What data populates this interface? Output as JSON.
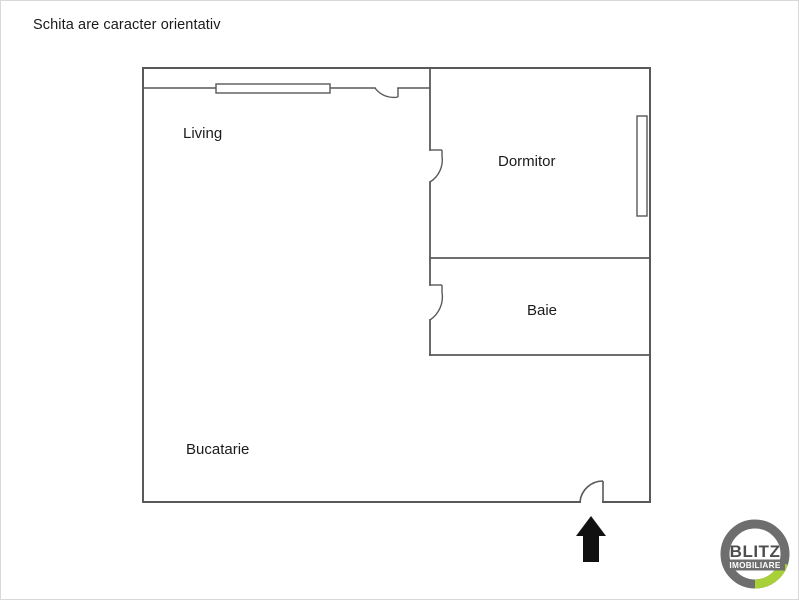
{
  "page": {
    "title": "Schita are caracter orientativ",
    "background_color": "#ffffff",
    "frame_color": "#d8d8d8"
  },
  "floorplan": {
    "wall_color": "#595959",
    "door_color": "#595959",
    "window_color": "#595959",
    "entry_arrow_color": "#111111",
    "rooms": [
      {
        "key": "living",
        "label": "Living"
      },
      {
        "key": "dormitor",
        "label": "Dormitor"
      },
      {
        "key": "baie",
        "label": "Baie"
      },
      {
        "key": "bucatarie",
        "label": "Bucatarie"
      }
    ],
    "features": [
      {
        "key": "window-living",
        "name": "window-living"
      },
      {
        "key": "window-dormitor",
        "name": "window-dormitor"
      },
      {
        "key": "door-living",
        "name": "door-living"
      },
      {
        "key": "door-dormitor",
        "name": "door-dormitor"
      },
      {
        "key": "door-baie",
        "name": "door-baie"
      },
      {
        "key": "door-entrance",
        "name": "door-entrance"
      },
      {
        "key": "entrance-arrow",
        "name": "entrance-arrow"
      }
    ]
  },
  "logo": {
    "brand": "BLITZ",
    "subtitle": "IMOBILIARE",
    "ring_color": "#6e6e6e",
    "accent_color": "#a8d037",
    "text_color": "#4d4d4d",
    "subtitle_bg": "#6e6e6e",
    "subtitle_color": "#ffffff"
  }
}
